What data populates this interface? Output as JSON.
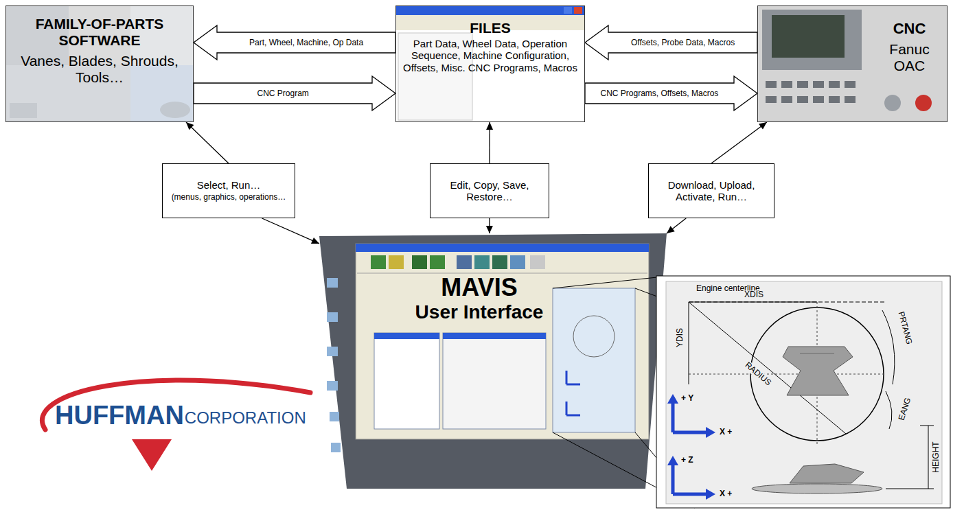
{
  "diagram": {
    "nodes": [
      {
        "text": [
          "FAMILY-OF-PARTS SOFTWARE",
          "Vanes, Blades, Shrouds, Tools…"
        ]
      },
      {
        "text": [
          "FILES",
          "Part Data, Wheel Data, Operation Sequence, Machine Configuration, Offsets, Misc. CNC Programs, Macros"
        ]
      },
      {
        "text": [
          "CNC",
          "Fanuc OAC"
        ]
      },
      {
        "text": [
          "Select, Run…",
          "(menus, graphics, operations…"
        ]
      },
      {
        "text": [
          "Edit, Copy, Save, Restore…"
        ]
      },
      {
        "text": [
          "Download, Upload, Activate, Run…"
        ]
      },
      {
        "text": [
          "MAVIS",
          "User Interface"
        ]
      }
    ],
    "edges": [
      {
        "from": 1,
        "to": 0,
        "label": "Part, Wheel, Machine, Op Data",
        "arrow": "to"
      },
      {
        "from": 0,
        "to": 1,
        "label": "CNC Program",
        "arrow": "to"
      },
      {
        "from": 2,
        "to": 1,
        "label": "Offsets, Probe Data, Macros",
        "arrow": "to"
      },
      {
        "from": 1,
        "to": 2,
        "label": "CNC Programs, Offsets, Macros",
        "arrow": "to"
      },
      {
        "from": 3,
        "to": 0,
        "arrow": "to"
      },
      {
        "from": 3,
        "to": 6,
        "arrow": "to"
      },
      {
        "from": 4,
        "to": 1,
        "arrow": "to"
      },
      {
        "from": 4,
        "to": 6,
        "arrow": "to"
      },
      {
        "from": 5,
        "to": 2,
        "arrow": "to"
      },
      {
        "from": 5,
        "to": 6,
        "arrow": "to"
      }
    ],
    "labels": [
      "HUFFMAN",
      "CORPORATION",
      "Engine centerline",
      "XDIS",
      "YDIS",
      "PRTANG",
      "RADIUS",
      "EANG",
      "HEIGHT",
      "+ Y",
      "X +",
      "+ Z",
      "X +"
    ]
  }
}
